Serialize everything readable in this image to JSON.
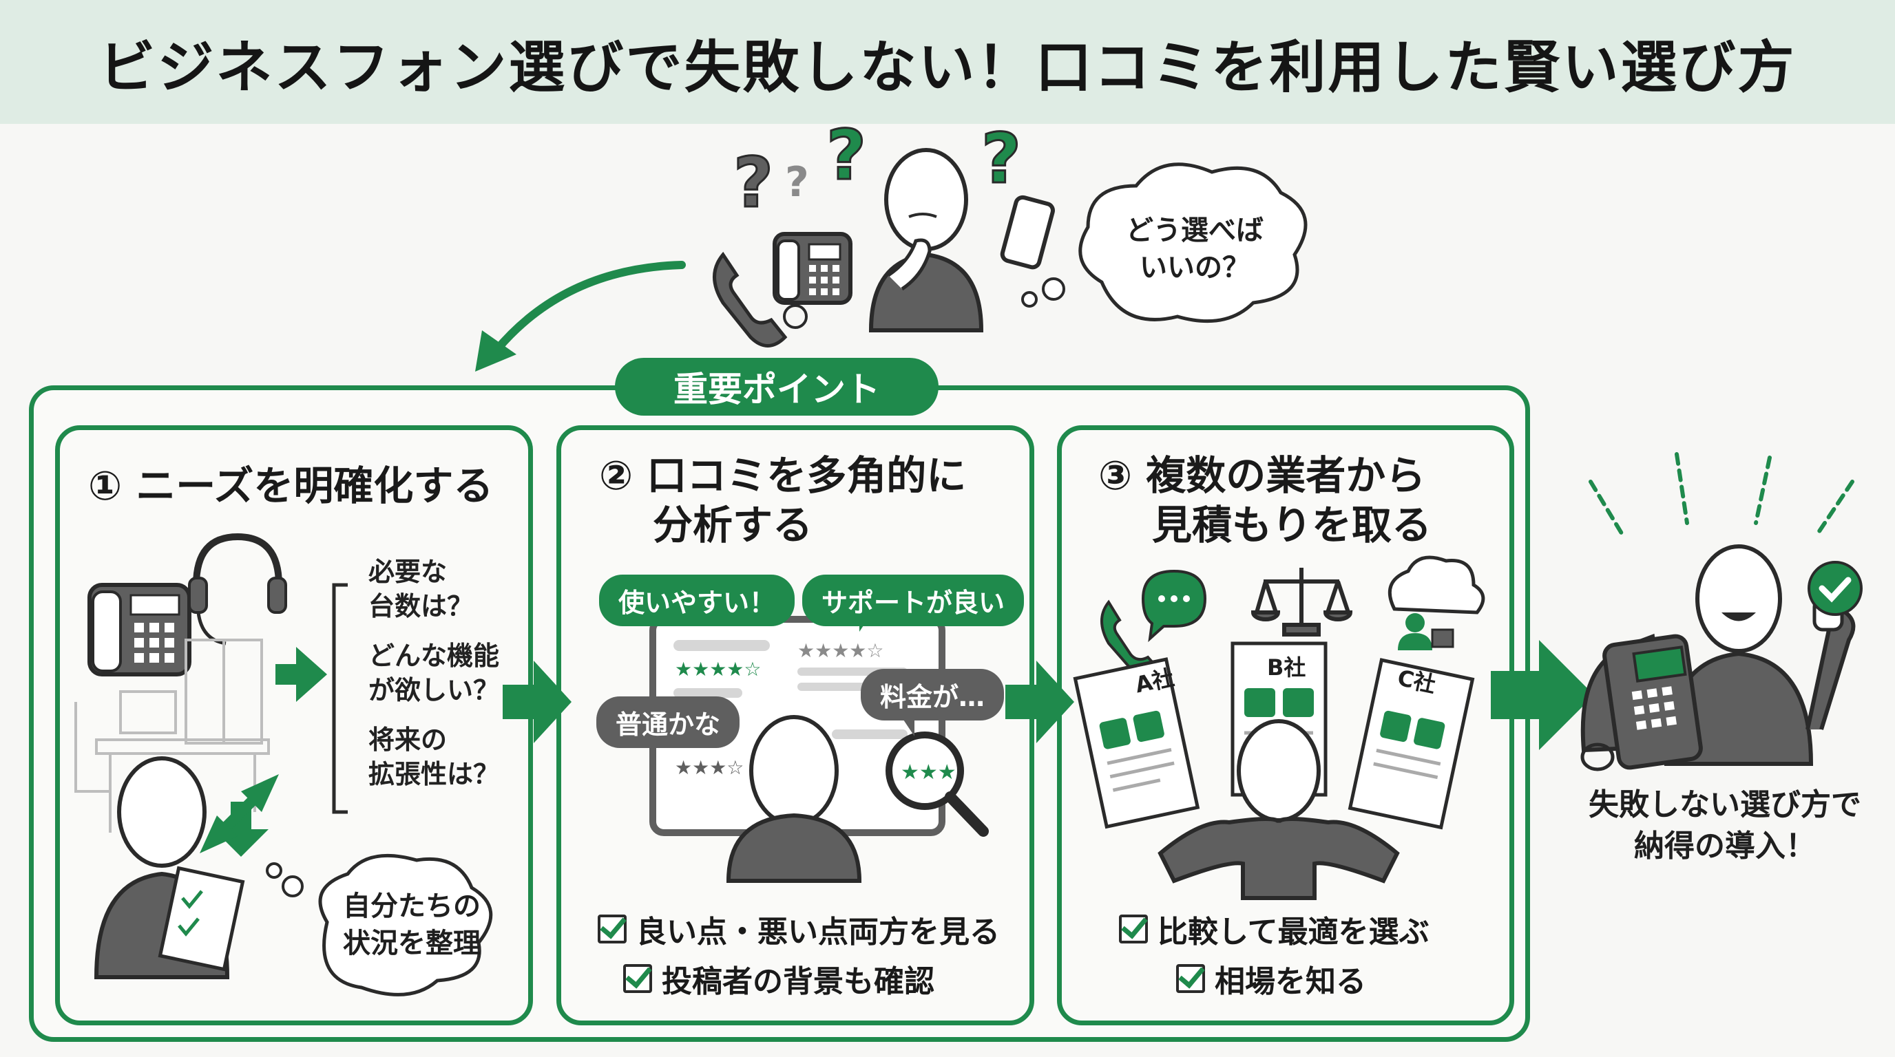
{
  "title": "ビジネスフォン選びで失敗しない！口コミを利用した賢い選び方",
  "top": {
    "thought_line1": "どう選べば",
    "thought_line2": "いいの？"
  },
  "badge": "重要ポイント",
  "steps": [
    {
      "title_lines": [
        "① ニーズを明確化する"
      ],
      "questions": [
        [
          "必要な",
          "台数は？"
        ],
        [
          "どんな機能",
          "が欲しい？"
        ],
        [
          "将来の",
          "拡張性は？"
        ]
      ],
      "thought_lines": [
        "自分たちの",
        "状況を整理"
      ]
    },
    {
      "title_lines": [
        "② 口コミを多角的に",
        "分析する"
      ],
      "bubbles": [
        "使いやすい！",
        "サポートが良い",
        "普通かな",
        "料金が…"
      ],
      "checks": [
        "良い点・悪い点両方を見る",
        "投稿者の背景も確認"
      ]
    },
    {
      "title_lines": [
        "③ 複数の業者から",
        "見積もりを取る"
      ],
      "docs": [
        "A社",
        "B社",
        "C社"
      ],
      "checks": [
        "比較して最適を選ぶ",
        "相場を知る"
      ]
    }
  ],
  "result": [
    "失敗しない選び方で",
    "納得の導入！"
  ],
  "colors": {
    "accent": "#1f8a4c",
    "title_bg": "#dfece4",
    "figure": "#5f5f5f",
    "outline": "#2a2a2a"
  },
  "icons": [
    "question-mark-icon",
    "phone-handset-icon",
    "desk-phone-icon",
    "smartphone-icon",
    "headset-icon",
    "chat-icon",
    "scale-icon",
    "cloud-user-icon",
    "magnifier-icon",
    "check-circle-icon",
    "arrow-right-icon"
  ]
}
